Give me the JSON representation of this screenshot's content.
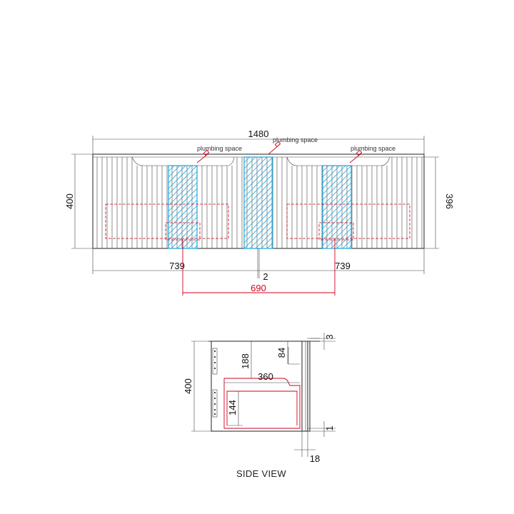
{
  "front_view": {
    "width": "1480",
    "height_left": "400",
    "height_right": "396",
    "bottom_left": "739",
    "bottom_gap": "2",
    "bottom_right": "739",
    "center_distance": "690",
    "plumbing_labels": [
      "plumbing space",
      "plumbing space",
      "plumbing space"
    ]
  },
  "side_view": {
    "caption": "SIDE VIEW",
    "height": "400",
    "top_gap": "3",
    "drawer_depth": "188",
    "drawer_offset": "84",
    "drawer_inner": "360",
    "lower_height": "144",
    "bottom_gap": "1",
    "front_thickness": "18"
  },
  "colors": {
    "outline": "#222222",
    "dimension_red": "#d0021b",
    "plumbing_blue": "#1fa3d8"
  }
}
